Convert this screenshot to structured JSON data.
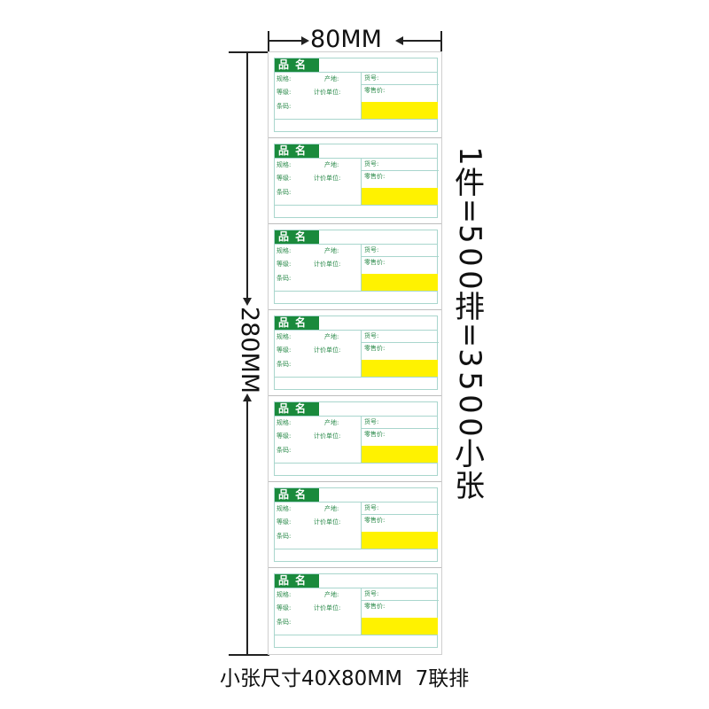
{
  "dimensions": {
    "width_label": "80MM",
    "height_label": "280MM"
  },
  "side_note": {
    "chars": [
      "1",
      "件",
      "=",
      "5",
      "0",
      "0",
      "排",
      "=",
      "3",
      "5",
      "0",
      "0",
      "小",
      "张"
    ],
    "text": "1件=500排=3500小张"
  },
  "caption": "小张尺寸40X80MM  7联排",
  "label_template": {
    "header": "品名",
    "fields": {
      "spec": "规格:",
      "origin": "产地:",
      "grade": "等级:",
      "unit": "计价单位:",
      "barcode": "条码:",
      "item_no": "货号:",
      "retail_price": "零售价:"
    }
  },
  "colors": {
    "header_green": "#1a8a3c",
    "price_yellow": "#fff200",
    "border_teal": "#a9d6cd"
  },
  "label_count": 7
}
